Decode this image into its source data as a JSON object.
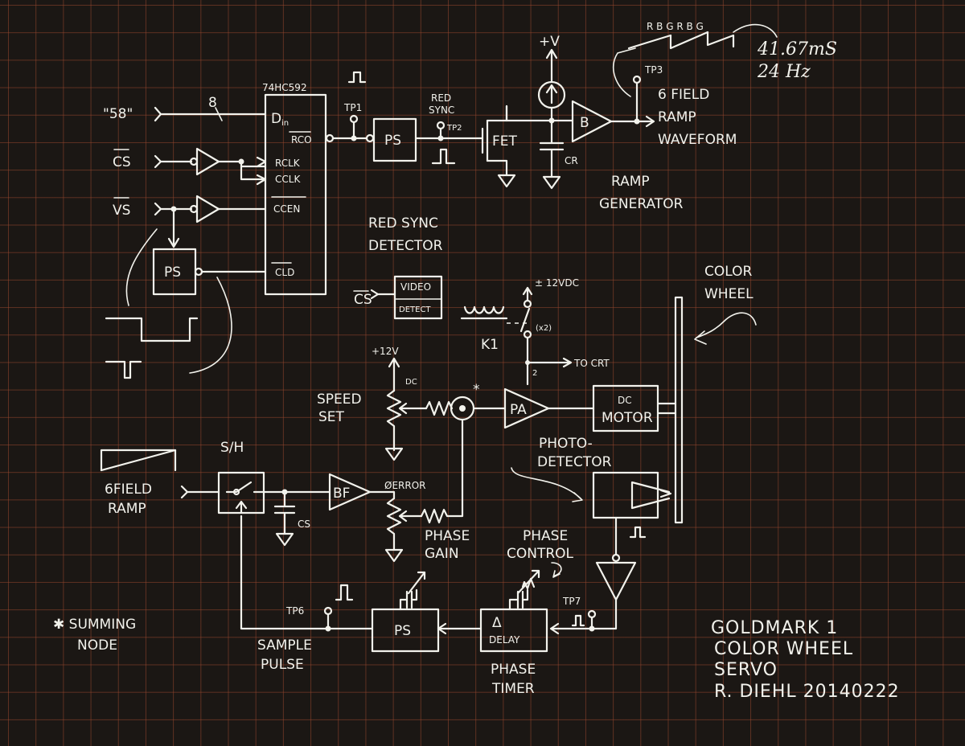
{
  "inputs": {
    "code": "\"58\"",
    "cs": "CS",
    "vs": "VS",
    "bus_width": "8",
    "six_field_line1": "6FIELD",
    "six_field_line2": "RAMP"
  },
  "chip": {
    "name": "74HC592",
    "pins": [
      "D",
      "RCO",
      "RCLK",
      "CCLK",
      "CCEN",
      "CLD"
    ],
    "din_sub": "in"
  },
  "red_sync_block": {
    "tp1": "TP1",
    "ps": "PS",
    "red_sync_1": "RED",
    "red_sync_2": "SYNC",
    "tp2": "TP2",
    "fet": "FET",
    "ps_left": "PS",
    "detector_1": "RED SYNC",
    "detector_2": "DETECTOR"
  },
  "ramp_block": {
    "supply": "+V",
    "cap": "CR",
    "buffer": "B",
    "tp3": "TP3",
    "wave_1": "6 FIELD",
    "wave_2": "RAMP",
    "wave_3": "WAVEFORM",
    "title_1": "RAMP",
    "title_2": "GENERATOR",
    "field_seq": "R B G R B G",
    "period": "41.67mS",
    "freq": "24 Hz"
  },
  "motor_block": {
    "cs_in": "CS",
    "video_1": "VIDEO",
    "video_2": "DETECT",
    "relay": "K1",
    "supply_12v": "± 12VDC",
    "x2": "(x2)",
    "to_crt": "TO CRT",
    "contact_2": "2",
    "plus12": "+12V",
    "dc_label": "DC",
    "speed_1": "SPEED",
    "speed_2": "SET",
    "star": "*",
    "pa": "PA",
    "motor_1": "DC",
    "motor_2": "MOTOR",
    "wheel_1": "COLOR",
    "wheel_2": "WHEEL",
    "photo_1": "PHOTO-",
    "photo_2": "DETECTOR"
  },
  "phase_block": {
    "sh": "S/H",
    "cs_cap": "CS",
    "bf": "BF",
    "error": "ØERROR",
    "gain_1": "PHASE",
    "gain_2": "GAIN",
    "control_1": "PHASE",
    "control_2": "CONTROL",
    "tp6": "TP6",
    "tp7": "TP7",
    "ps": "PS",
    "delay_sym": "Δ",
    "delay": "DELAY",
    "sample_1": "SAMPLE",
    "sample_2": "PULSE",
    "timer_1": "PHASE",
    "timer_2": "TIMER"
  },
  "notes": {
    "summing_1": "✱ SUMMING",
    "summing_2": "NODE"
  },
  "title_block": {
    "line1": "GOLDMARK 1",
    "line2": "COLOR WHEEL",
    "line3": "SERVO",
    "line4": "R. DIEHL  20140222"
  }
}
